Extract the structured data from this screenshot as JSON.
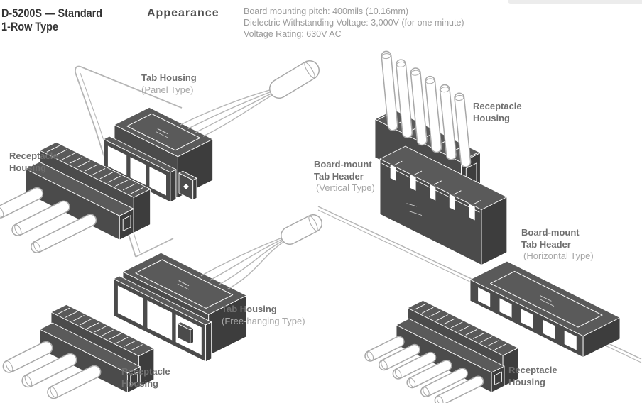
{
  "header": {
    "model": "D-5200S — Standard",
    "row_type": "1-Row Type",
    "section_title": "Appearance",
    "specs": [
      "Board mounting pitch: 400mils (10.16mm)",
      "Dielectric Withstanding Voltage: 3,000V (for one minute)",
      "Voltage Rating: 630V AC"
    ]
  },
  "labels": {
    "tab_housing_panel": {
      "name": "Tab Housing",
      "variant": "(Panel Type)"
    },
    "receptacle_left": {
      "name_line1": "Receptacle",
      "name_line2": "Housing"
    },
    "receptacle_top_right": {
      "name_line1": "Receptacle",
      "name_line2": "Housing"
    },
    "board_mount_vertical": {
      "name_line1": "Board-mount",
      "name_line2": "Tab Header",
      "variant": "(Vertical Type)"
    },
    "board_mount_horizontal": {
      "name_line1": "Board-mount",
      "name_line2": "Tab Header",
      "variant": "(Horizontal Type)"
    },
    "tab_housing_free": {
      "name": "Tab Housing",
      "variant": "(Free-hanging Type)"
    },
    "receptacle_bottom_left": {
      "name_line1": "Receptacle",
      "name_line2": "Housing"
    },
    "receptacle_bottom_right": {
      "name_line1": "Receptacle",
      "name_line2": "Housing"
    }
  },
  "colors": {
    "title_ink": "#333333",
    "section_ink": "#4f4f4f",
    "spec_ink": "#9b9b9b",
    "label_ink": "#6f6f6f",
    "label_variant_ink": "#a6a6a6",
    "line_art": "#b5b5b5",
    "wire_outline": "#a8a8a8",
    "face_front": "#4b4b4b",
    "face_top": "#5a5a5a",
    "face_side": "#3d3d3d",
    "detail_light": "#d9d9d9",
    "top_band": "#ececec"
  }
}
